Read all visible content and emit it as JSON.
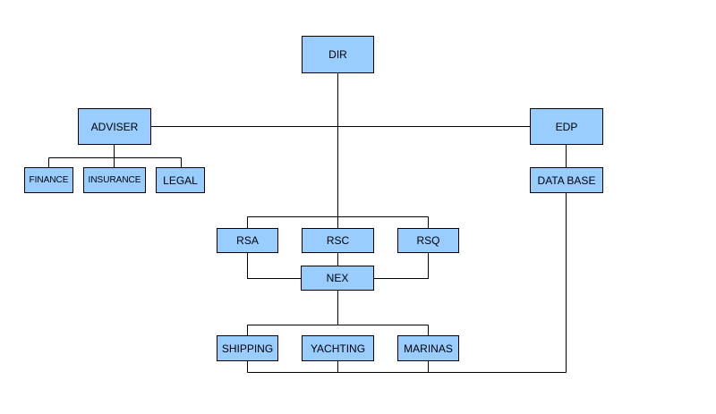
{
  "colors": {
    "box_fill": "#99ccff",
    "box_border": "#000000",
    "connector": "#000000",
    "background": "#ffffff"
  },
  "nodes": {
    "dir": "DIR",
    "adviser": "ADVISER",
    "edp": "EDP",
    "finance": "FINANCE",
    "insurance": "INSURANCE",
    "legal": "LEGAL",
    "data_base": "DATA BASE",
    "rsa": "RSA",
    "rsc": "RSC",
    "rsq": "RSQ",
    "nex": "NEX",
    "shipping": "SHIPPING",
    "yachting": "YACHTING",
    "marinas": "MARINAS"
  },
  "edges": [
    [
      "dir",
      "adviser"
    ],
    [
      "dir",
      "edp"
    ],
    [
      "dir",
      "rsa"
    ],
    [
      "dir",
      "rsc"
    ],
    [
      "dir",
      "rsq"
    ],
    [
      "adviser",
      "finance"
    ],
    [
      "adviser",
      "insurance"
    ],
    [
      "adviser",
      "legal"
    ],
    [
      "edp",
      "data_base"
    ],
    [
      "rsa",
      "nex"
    ],
    [
      "rsq",
      "nex"
    ],
    [
      "rsc",
      "nex"
    ],
    [
      "nex",
      "shipping"
    ],
    [
      "nex",
      "yachting"
    ],
    [
      "nex",
      "marinas"
    ],
    [
      "data_base",
      "shipping"
    ],
    [
      "data_base",
      "yachting"
    ],
    [
      "data_base",
      "marinas"
    ]
  ]
}
